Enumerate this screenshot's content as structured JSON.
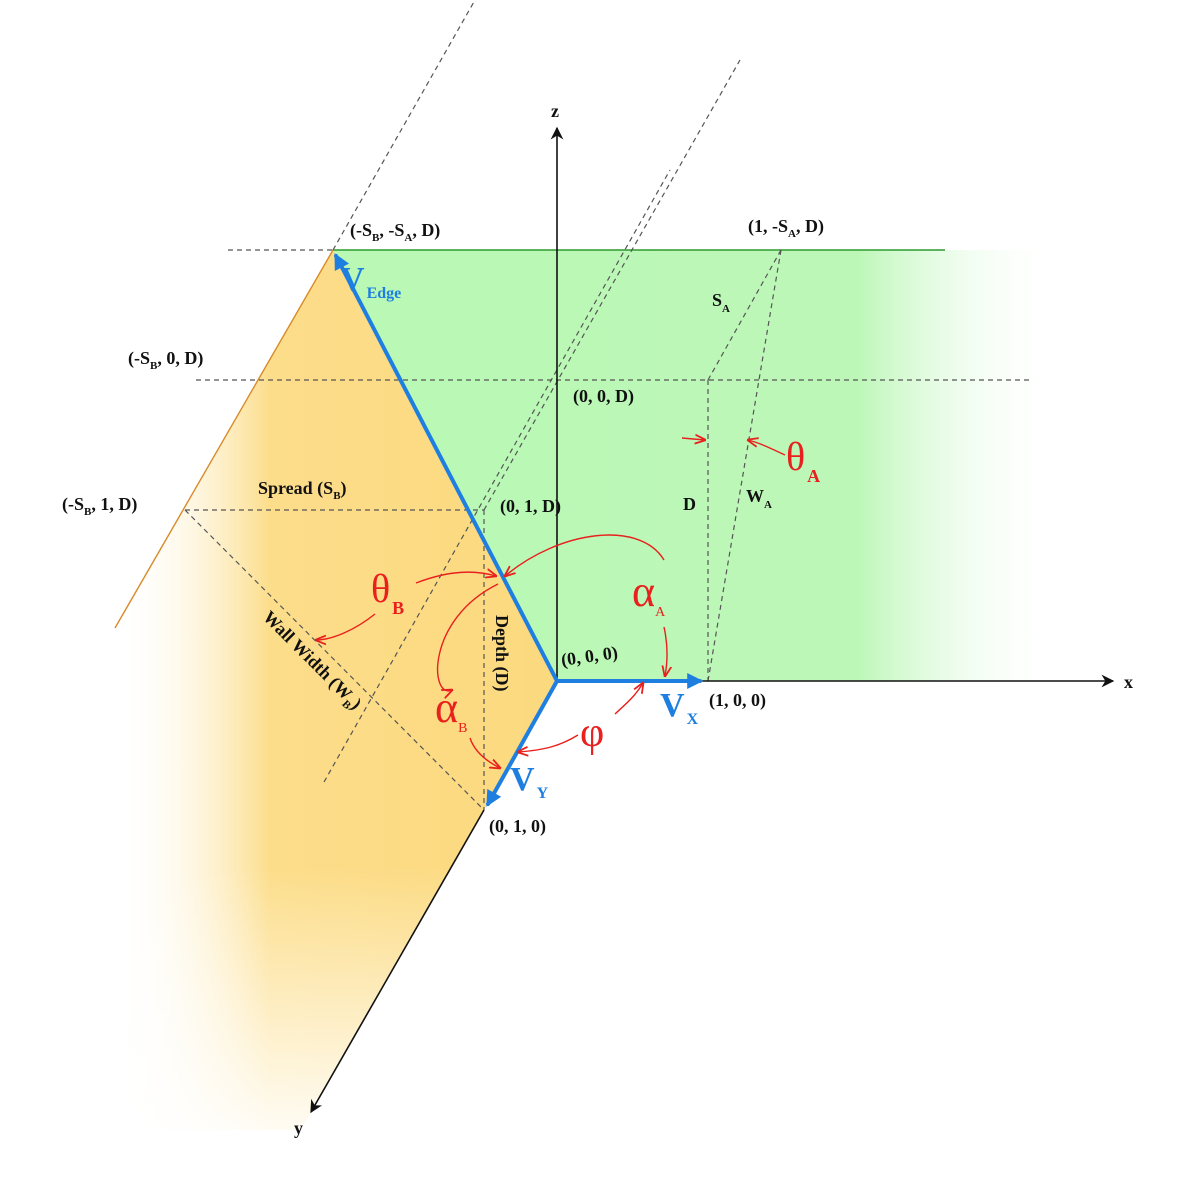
{
  "diagram": {
    "axes": {
      "x": "x",
      "y": "y",
      "z": "z"
    },
    "points": {
      "edge_top": [
        "(-S",
        "B",
        ", -S",
        "A",
        ", D)"
      ],
      "far_top": [
        "(1, -S",
        "A",
        ", D)"
      ],
      "neg_sb_0_d": [
        "(-S",
        "B",
        ", 0, D)"
      ],
      "origin_d": "(0, 0, D)",
      "neg_sb_1_d": [
        "(-S",
        "B",
        ", 1, D)"
      ],
      "p_0_1_d": "(0, 1, D)",
      "origin": "(0, 0, 0)",
      "p_1_0_0": "(1, 0, 0)",
      "p_0_1_0": "(0, 1, 0)"
    },
    "vectors": {
      "edge": {
        "main": "V",
        "sub": "Edge"
      },
      "x": {
        "main": "V",
        "sub": "X"
      },
      "y": {
        "main": "V",
        "sub": "Y"
      }
    },
    "labels": {
      "spread_b": [
        "Spread (S",
        "B",
        ")"
      ],
      "s_a": [
        "S",
        "A"
      ],
      "w_a": [
        "W",
        "A"
      ],
      "d": "D",
      "depth": "Depth (D)",
      "wall_width": [
        "Wall Width (W",
        "B",
        ")"
      ]
    },
    "angles": {
      "theta_a": {
        "main": "θ",
        "sub": "A"
      },
      "theta_b": {
        "main": "θ",
        "sub": "B"
      },
      "alpha_a": {
        "main": "α",
        "sub": "A"
      },
      "alpha_b": {
        "main": "α",
        "sub": "B"
      },
      "phi": "φ"
    },
    "colors": {
      "wall_a": "#b9f8b5",
      "wall_b": "#fbd97e",
      "vector": "#1e7fe0",
      "angle": "#e8201e",
      "wall_a_top_edge": "#2e9a2e",
      "wall_b_edge": "#d88a2a"
    }
  }
}
